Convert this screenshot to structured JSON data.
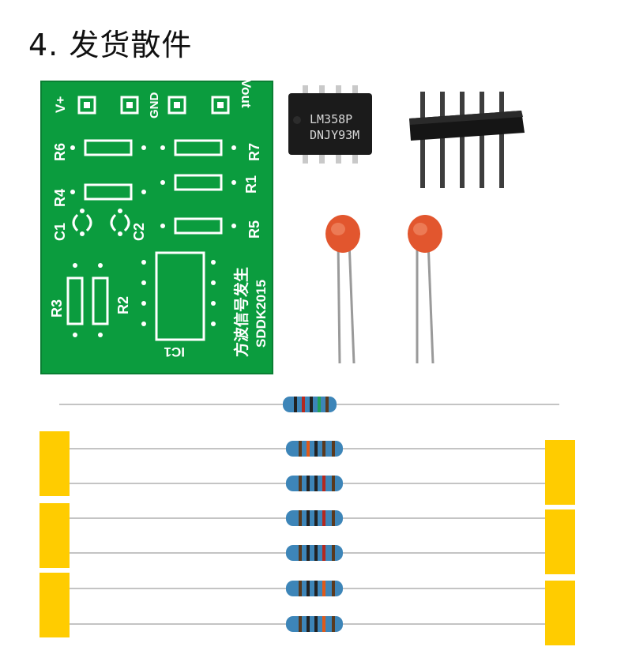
{
  "heading": "4. 发货散件",
  "pcb": {
    "labels": {
      "vplus": "V+",
      "gnd": "GND",
      "vout": "Vout",
      "r6": "R6",
      "r7": "R7",
      "r4": "R4",
      "r1": "R1",
      "c1": "C1",
      "c2": "C2",
      "r5": "R5",
      "r3": "R3",
      "r2": "R2",
      "ic": "IC1",
      "product_name": "方波信号发生",
      "model": "SDDK2015"
    },
    "colors": {
      "board": "#0a9a3c",
      "silk": "#ffffff"
    }
  },
  "ic_chip": {
    "line1": "LM358P",
    "line2": "DNJY93M"
  },
  "pin_header": {
    "pins": 5
  },
  "capacitors": {
    "count": 2,
    "color": "#e2562e"
  },
  "resistors": {
    "count": 7
  },
  "tape_color": "#ffcc00"
}
